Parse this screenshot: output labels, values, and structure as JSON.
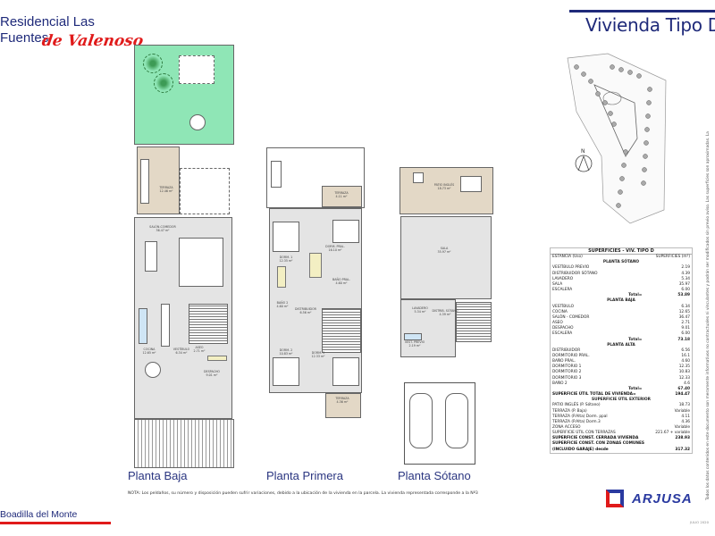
{
  "header": {
    "title_line1": "Residencial Las",
    "title_line2": "Fuentes",
    "title_script": "de Valenoso",
    "doc_title": "Vivienda Tipo D"
  },
  "plans": {
    "baja": {
      "label": "Planta Baja",
      "rooms": [
        {
          "name": "TERRAZA",
          "area": "12.46 m²"
        },
        {
          "name": "SALÓN-COMEDOR",
          "area": "36.47 m²"
        },
        {
          "name": "COCINA",
          "area": "12.65 m²"
        },
        {
          "name": "VESTÍBULO",
          "area": "6.34 m²"
        },
        {
          "name": "ASEO",
          "area": "2.71 m²"
        },
        {
          "name": "DESPACHO",
          "area": "9.01 m²"
        }
      ]
    },
    "primera": {
      "label": "Planta Primera",
      "rooms": [
        {
          "name": "TERRAZA",
          "area": "4.11 m²"
        },
        {
          "name": "DORM. PRAL.",
          "area": "16.10 m²"
        },
        {
          "name": "DORM. 1",
          "area": "12.35 m²"
        },
        {
          "name": "BAÑO PRAL.",
          "area": "4.60 m²"
        },
        {
          "name": "BAÑO 2",
          "area": "4.60 m²"
        },
        {
          "name": "DISTRIBUIDOR",
          "area": "6.56 m²"
        },
        {
          "name": "DORM. 2",
          "area": "10.83 m²"
        },
        {
          "name": "DORM. 3",
          "area": "12.33 m²"
        },
        {
          "name": "TERRAZA",
          "area": "4.36 m²"
        }
      ]
    },
    "sotano": {
      "label": "Planta Sótano",
      "rooms": [
        {
          "name": "PATIO INGLÉS",
          "area": "18.73 m²"
        },
        {
          "name": "SALA",
          "area": "35.97 m²"
        },
        {
          "name": "LAVADERO",
          "area": "5.34 m²"
        },
        {
          "name": "DISTRIB. SÓTANO",
          "area": "4.39 m²"
        },
        {
          "name": "VEST. PREVIO",
          "area": "2.19 m²"
        }
      ]
    }
  },
  "note": "NOTA: Los peldaños, su número y disposición pueden sufrir variaciones, debido a la ubicación de la vivienda en la parcela. La vivienda representada corresponde a la Nº3",
  "footer": {
    "location": "Boadilla del Monte",
    "date": "JULIO 2020",
    "brand": "ARJUSA"
  },
  "compass": "N",
  "disclaimer": "Todos los datos contenidos en este documento son meramente informativos no contractuales ni vinculantes y podrán ser modificados sin previo aviso. Las superficies son aproximadas. La",
  "table": {
    "title": "SUPERFICIES -  VIV. TIPO D",
    "col_room": "ESTANCIA (Uso)",
    "col_area": "SUPERFICIES (m²)",
    "rows": [
      {
        "type": "section",
        "label": "PLANTA SÓTANO"
      },
      {
        "type": "item",
        "label": "VESTÍBULO PREVIO",
        "value": "2.19"
      },
      {
        "type": "item",
        "label": "DISTRIBUIDOR SÓTANO",
        "value": "4.39"
      },
      {
        "type": "item",
        "label": "LAVADERO",
        "value": "5.34"
      },
      {
        "type": "item",
        "label": "SALA",
        "value": "35.97"
      },
      {
        "type": "item",
        "label": "ESCALERA",
        "value": "6.00"
      },
      {
        "type": "total",
        "label": "Total=",
        "value": "53.89"
      },
      {
        "type": "section",
        "label": "PLANTA BAJA"
      },
      {
        "type": "item",
        "label": "VESTÍBULO",
        "value": "6.34"
      },
      {
        "type": "item",
        "label": "COCINA",
        "value": "12.65"
      },
      {
        "type": "item",
        "label": "SALÓN - COMEDOR",
        "value": "36.47"
      },
      {
        "type": "item",
        "label": "ASEO",
        "value": "2.71"
      },
      {
        "type": "item",
        "label": "DESPACHO",
        "value": "9.01"
      },
      {
        "type": "item",
        "label": "ESCALERA",
        "value": "6.00"
      },
      {
        "type": "total",
        "label": "Total=",
        "value": "73.18"
      },
      {
        "type": "section",
        "label": "PLANTA ALTA"
      },
      {
        "type": "item",
        "label": "DISTRIBUIDOR",
        "value": "6.56"
      },
      {
        "type": "item",
        "label": "DORMITORIO PRAL.",
        "value": "16.1"
      },
      {
        "type": "item",
        "label": "BAÑO PRAL.",
        "value": "4.60"
      },
      {
        "type": "item",
        "label": "DORMITORIO 1",
        "value": "12.35"
      },
      {
        "type": "item",
        "label": "DORMITORIO 2",
        "value": "10.83"
      },
      {
        "type": "item",
        "label": "DORMITORIO 3",
        "value": "12.33"
      },
      {
        "type": "item",
        "label": "BAÑO 2",
        "value": "4.6"
      },
      {
        "type": "total",
        "label": "Total=",
        "value": "67.40"
      },
      {
        "type": "bold",
        "label": "SUPERFICIE ÚTIL TOTAL DE VIVIENDA=",
        "value": "194.47"
      },
      {
        "type": "section",
        "label": "SUPERFICIE ÚTIL EXTERIOR"
      },
      {
        "type": "item",
        "label": "PATIO INGLÉS (P. Sótano)",
        "value": "18.73"
      },
      {
        "type": "item",
        "label": "TERRAZA (P. Baja)",
        "value": "Variable"
      },
      {
        "type": "item",
        "label": "TERRAZA (P.Alta) Dorm. ppal",
        "value": "4.11"
      },
      {
        "type": "item",
        "label": "TERRAZA (P.Alta) Dorm.3",
        "value": "4.36"
      },
      {
        "type": "item",
        "label": "ZONA ACCESO",
        "value": "Variable"
      },
      {
        "type": "item",
        "label": "SUPERFICIE ÚTIL CON TERRAZAS",
        "value": "221.67 + variable"
      },
      {
        "type": "bold",
        "label": "SUPERFICIE CONST. CERRADA VIVIENDA",
        "value": "238.93"
      },
      {
        "type": "bold",
        "label": "SUPERFICIE CONST. CON ZONAS COMUNES",
        "value": ""
      },
      {
        "type": "bold",
        "label": "(INCLUIDO GARAJE) desde",
        "value": "317.32"
      }
    ]
  }
}
